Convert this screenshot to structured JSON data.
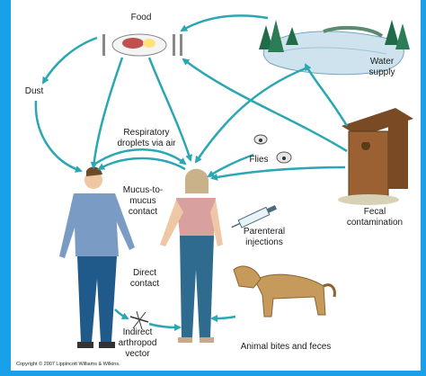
{
  "colors": {
    "background": "#1aa0e8",
    "panel": "#ffffff",
    "arrow": "#2aa7b3",
    "text": "#1a1a1a"
  },
  "icons": [
    "food-plate-icon",
    "lake-with-pines-icon",
    "outhouse-icon",
    "flies-icon",
    "syringe-icon",
    "mosquito-icon",
    "dog-icon",
    "man-figure",
    "woman-figure"
  ],
  "labels": {
    "food": "Food",
    "water_supply": "Water\nsupply",
    "dust": "Dust",
    "respiratory": "Respiratory\ndroplets via air",
    "flies": "Flies",
    "mucus": "Mucus-to-\nmucus\ncontact",
    "fecal": "Fecal\ncontamination",
    "parenteral": "Parenteral\ninjections",
    "direct": "Direct\ncontact",
    "indirect": "Indirect\narthropod\nvector",
    "animal": "Animal bites and feces"
  },
  "copyright": "Copyright © 2007 Lippincott Williams & Wilkins."
}
